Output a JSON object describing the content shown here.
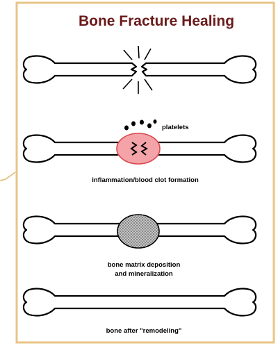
{
  "title": "Bone Fracture Healing",
  "labels": {
    "platelets": "platelets",
    "inflammation": "inflammation/blood clot formation",
    "matrix_line1": "bone matrix deposition",
    "matrix_line2": "and mineralization",
    "remodeling": "bone after \"remodeling\""
  },
  "colors": {
    "frame_border": "#e8c486",
    "bone_outline": "#000000",
    "title": "#6b1a1a",
    "clot_fill": "#f4a4a8",
    "clot_outline": "#d9474f",
    "matrix_fill": "#b8b8b8",
    "connector_line": "#e0b870"
  },
  "stages": [
    {
      "name": "fracture"
    },
    {
      "name": "blood-clot"
    },
    {
      "name": "bone-matrix"
    },
    {
      "name": "remodeled"
    }
  ]
}
